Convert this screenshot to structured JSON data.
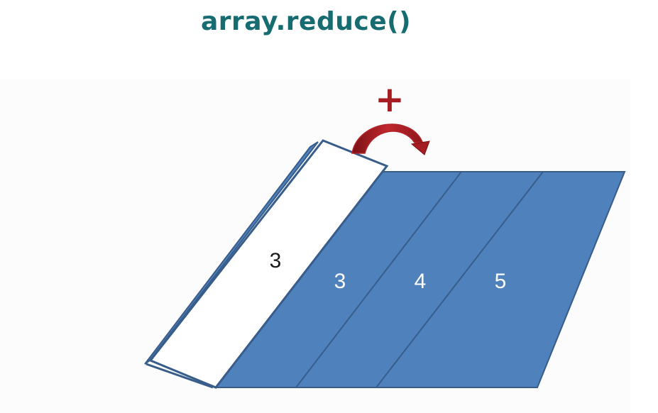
{
  "title": "array.reduce()",
  "operator": "+",
  "array_values": [
    "3",
    "4",
    "5"
  ],
  "folded_value": "3",
  "colors": {
    "title": "#176c72",
    "strip_fill": "#4f81bd",
    "strip_stroke": "#385d8a",
    "plus": "#a51d22",
    "arrow": "#b3242a",
    "cell_text": "#ffffff",
    "folded_text": "#1a1a1a"
  }
}
